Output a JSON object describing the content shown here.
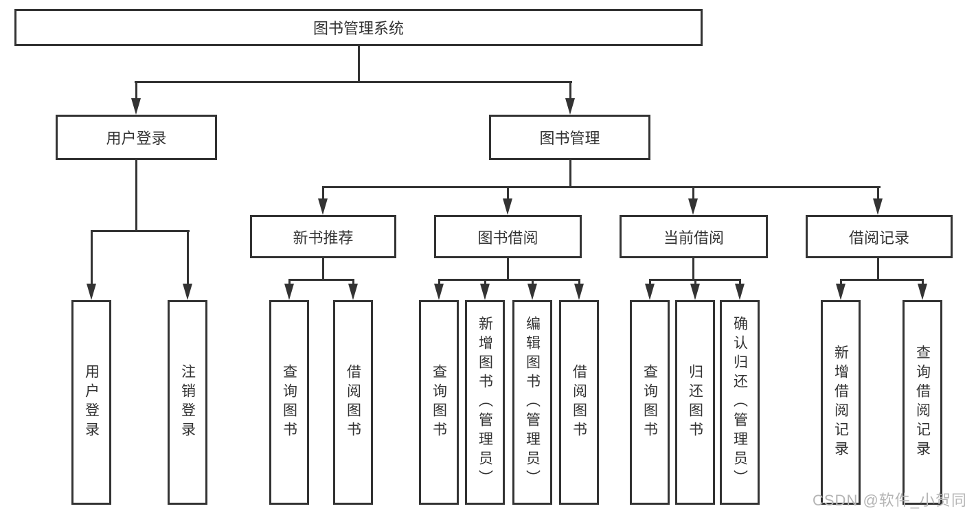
{
  "diagram": {
    "title": "图书管理系统",
    "root": {
      "label": "图书管理系统"
    },
    "level2": [
      {
        "label": "用户登录"
      },
      {
        "label": "图书管理"
      }
    ],
    "level3": [
      {
        "label": "新书推荐"
      },
      {
        "label": "图书借阅"
      },
      {
        "label": "当前借阅"
      },
      {
        "label": "借阅记录"
      }
    ],
    "leaves": {
      "user_login": [
        "用户登录",
        "注销登录"
      ],
      "new_book": [
        "查询图书",
        "借阅图书"
      ],
      "book_borrow": [
        "查询图书",
        "新增图书（管理员）",
        "编辑图书（管理员）",
        "借阅图书"
      ],
      "current_borrow": [
        "查询图书",
        "归还图书",
        "确认归还（管理员）"
      ],
      "borrow_records": [
        "新增借阅记录",
        "查询借阅记录"
      ]
    },
    "colors": {
      "line": "#333333",
      "text": "#333333",
      "background": "#ffffff",
      "watermark": "#b5b5b5"
    }
  },
  "watermark": {
    "text": "CSDN @软件_小贺同学"
  }
}
